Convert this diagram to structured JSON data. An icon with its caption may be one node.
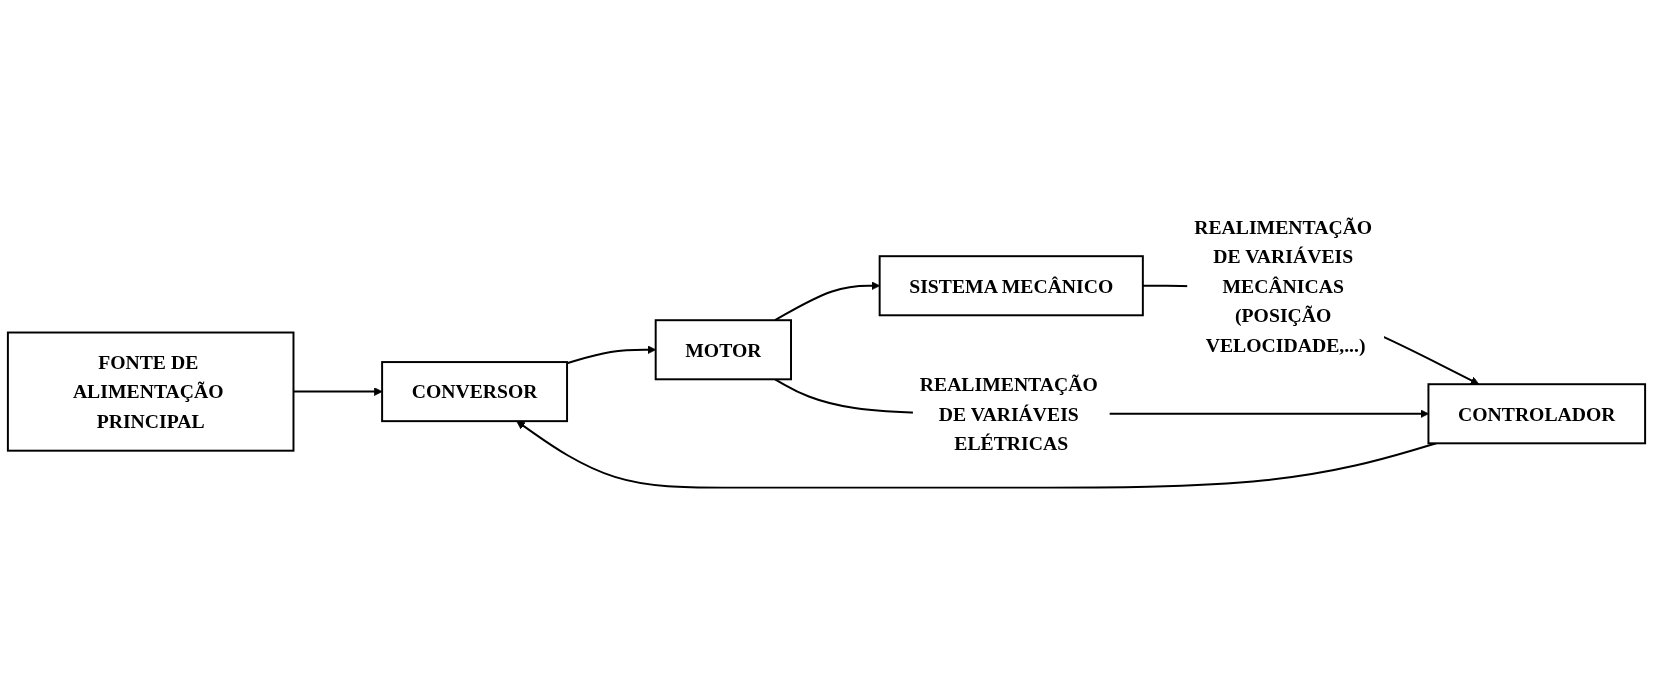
{
  "diagram": {
    "nodes": [
      {
        "text": [
          "CONTROLADOR"
        ]
      },
      {
        "text": [
          "CONVERSOR"
        ]
      },
      {
        "text": [
          "MOTOR"
        ]
      },
      {
        "text": [
          "SISTEMA MECÂNICO"
        ]
      },
      {
        "text": [
          "FONTE DE ALIMENTAÇÃO PRINCIPAL"
        ]
      }
    ],
    "edges": [
      {
        "from": 0,
        "to": 1,
        "arrow": "to"
      },
      {
        "from": 1,
        "to": 2,
        "arrow": "to"
      },
      {
        "from": 2,
        "to": 3,
        "arrow": "to"
      },
      {
        "from": 4,
        "to": 1,
        "arrow": "to"
      },
      {
        "from": 3,
        "to": 0,
        "arrow": "to",
        "label": "REALIMENTAÇÃO DE VARIÁVEIS MECÂNICAS (POSIÇÃO VELOCIDADE,...)"
      },
      {
        "from": 2,
        "to": 0,
        "arrow": "to",
        "label": "REALIMENTAÇÃO DE VARIÁVEIS ELÉTRICAS"
      }
    ]
  }
}
